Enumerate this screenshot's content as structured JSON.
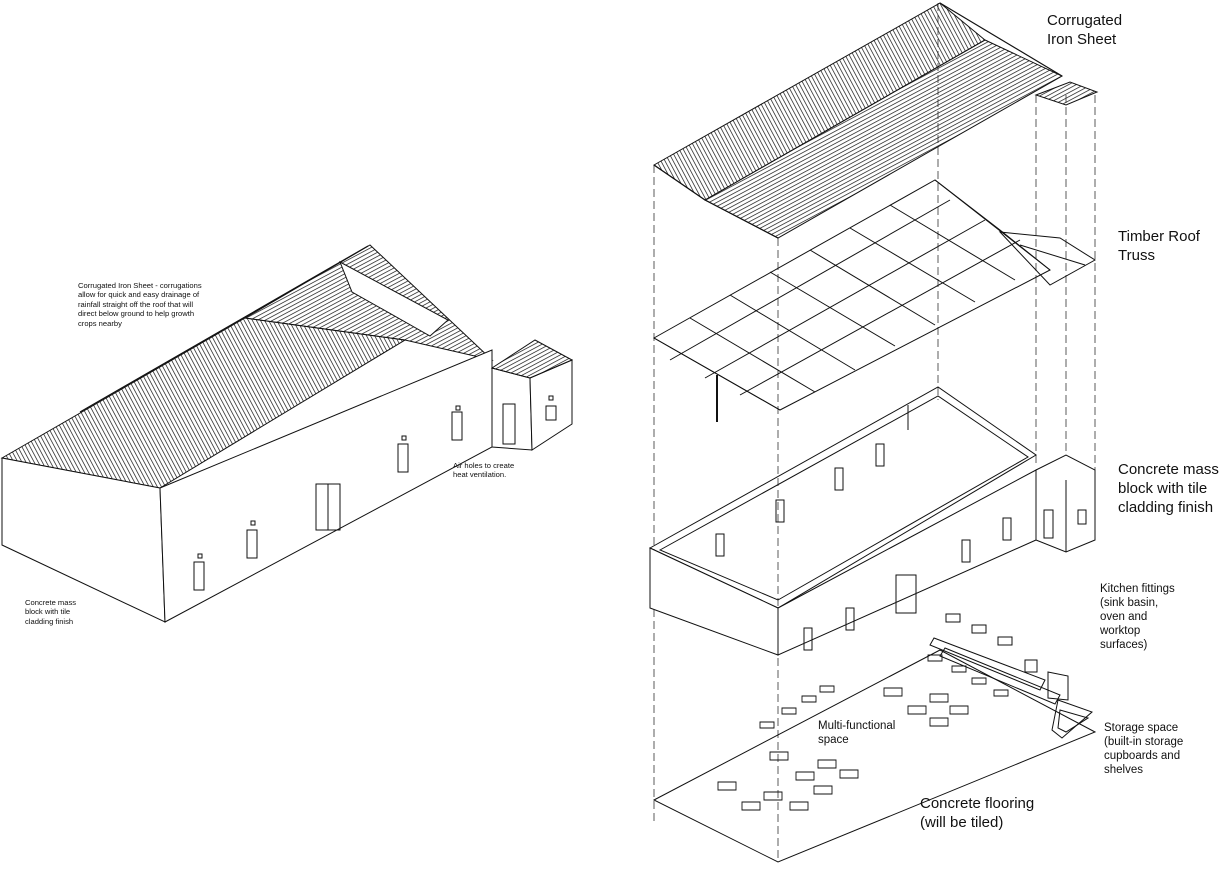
{
  "labels": {
    "left_roof": "Corrugated Iron Sheet - corrugations\nallow for quick and easy drainage of\nrainfall straight off the roof that will\ndirect below ground to help growth\ncrops nearby",
    "left_air": "Air holes to create\nheat ventilation.",
    "left_block": "Concrete mass\nblock with tile\ncladding finish",
    "corrugated": "Corrugated\nIron Sheet",
    "truss": "Timber Roof\nTruss",
    "block": "Concrete mass\nblock with tile\ncladding finish",
    "kitchen": "Kitchen fittings\n(sink basin,\noven and\nworktop\nsurfaces)",
    "storage": "Storage space\n(built-in storage\ncupboards and\nshelves",
    "multi": "Multi-functional\nspace",
    "flooring": "Concrete flooring\n(will be tiled)"
  },
  "colors": {
    "line": "#111111",
    "background": "#ffffff",
    "roof_hatch": "#222222"
  }
}
